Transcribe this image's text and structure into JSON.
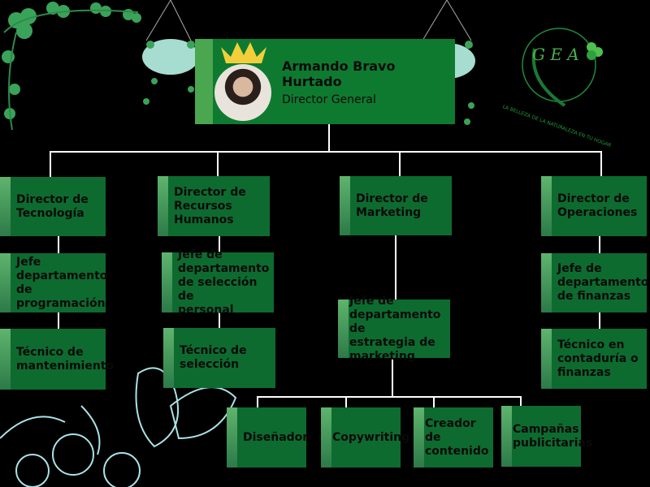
{
  "logo": {
    "letters": "G E A",
    "tagline": "LA BELLEZA DE LA NATURALEZA EN TU HOGAR"
  },
  "top": {
    "name": "Armando Bravo\nHurtado",
    "role": "Director General"
  },
  "directors": [
    {
      "title": "Director de\nTecnología",
      "jefe": "Jefe\ndepartamento\nde\nprogramación",
      "tecnico": "Técnico de\nmantenimiento"
    },
    {
      "title": "Director de\nRecursos\nHumanos",
      "jefe": "Jefe de\ndepartamento\nde selección de\npersonal",
      "tecnico": "Técnico de\nselección"
    },
    {
      "title": "Director de\nMarketing",
      "jefe": "Jefe de\ndepartamento de\nestrategia de\nmarketing"
    },
    {
      "title": "Director de\nOperaciones",
      "jefe": "Jefe de\ndepartamento\nde finanzas",
      "tecnico": "Técnico en\ncontaduría o\nfinanzas"
    }
  ],
  "marketing_team": [
    "Diseñador",
    "Copywriting",
    "Creador de\ncontenido",
    "Campañas\npublicitarias"
  ],
  "colors": {
    "box": "#0d6b2f",
    "top": "#0e7a30",
    "accent": "#4aa64f"
  }
}
